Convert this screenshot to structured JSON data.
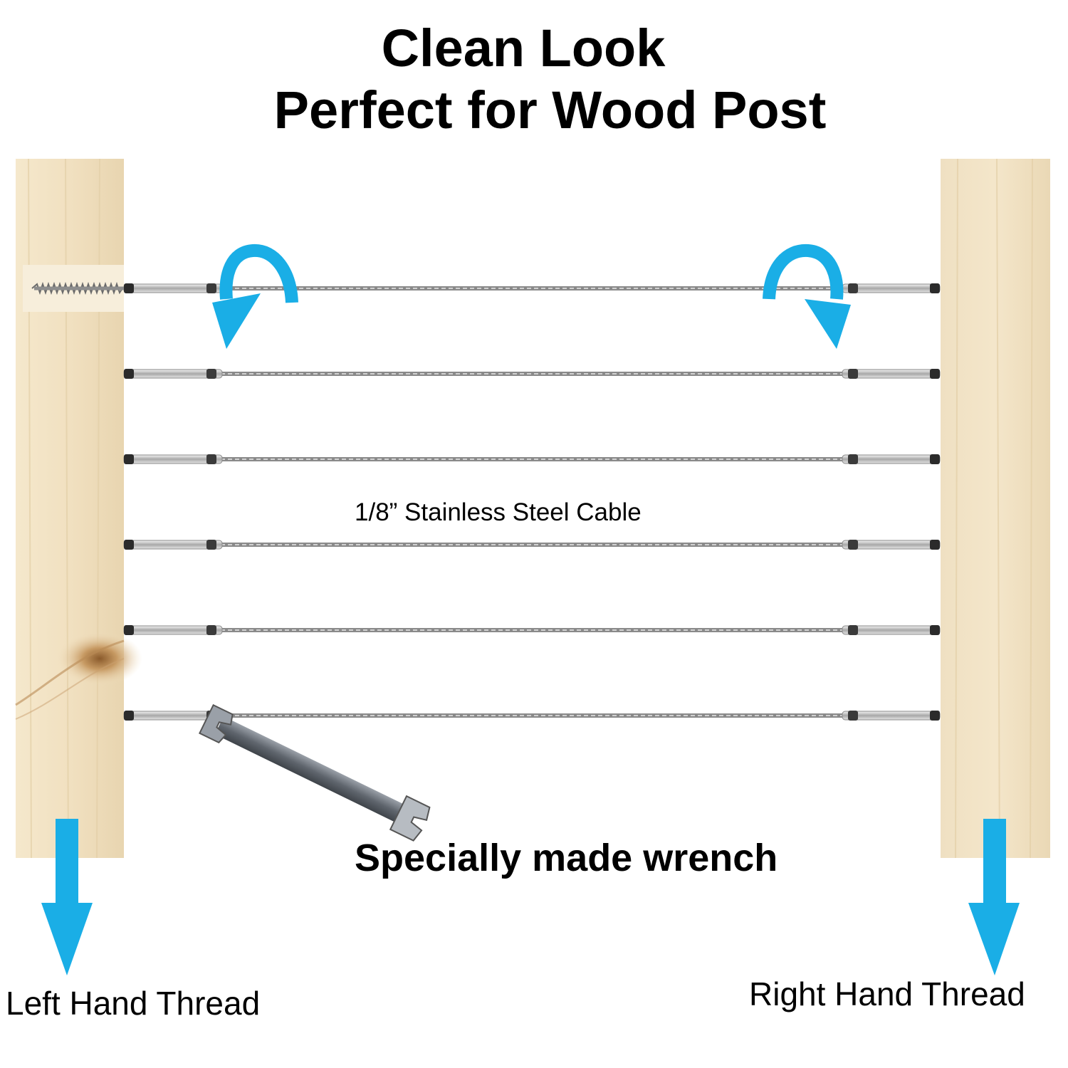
{
  "title": {
    "line1": "Clean Look",
    "line2": "Perfect for Wood Post"
  },
  "cable_label": "1/8” Stainless Steel Cable",
  "wrench_label": "Specially made wrench",
  "left_label": "Left Hand Thread",
  "right_label": "Right Hand Thread",
  "cable_count": 6,
  "icons": [
    "rotate-counterclockwise-arrow-icon",
    "rotate-clockwise-arrow-icon",
    "down-arrow-icon",
    "wrench-icon",
    "lag-screw-icon"
  ],
  "colors": {
    "wood": "#f2e3c6",
    "wood_shade": "#e6d2ad",
    "arrow_blue": "#1aaee6",
    "cable": "#8a8a8a",
    "fitting": "#c9c9c9",
    "text": "#000000"
  }
}
